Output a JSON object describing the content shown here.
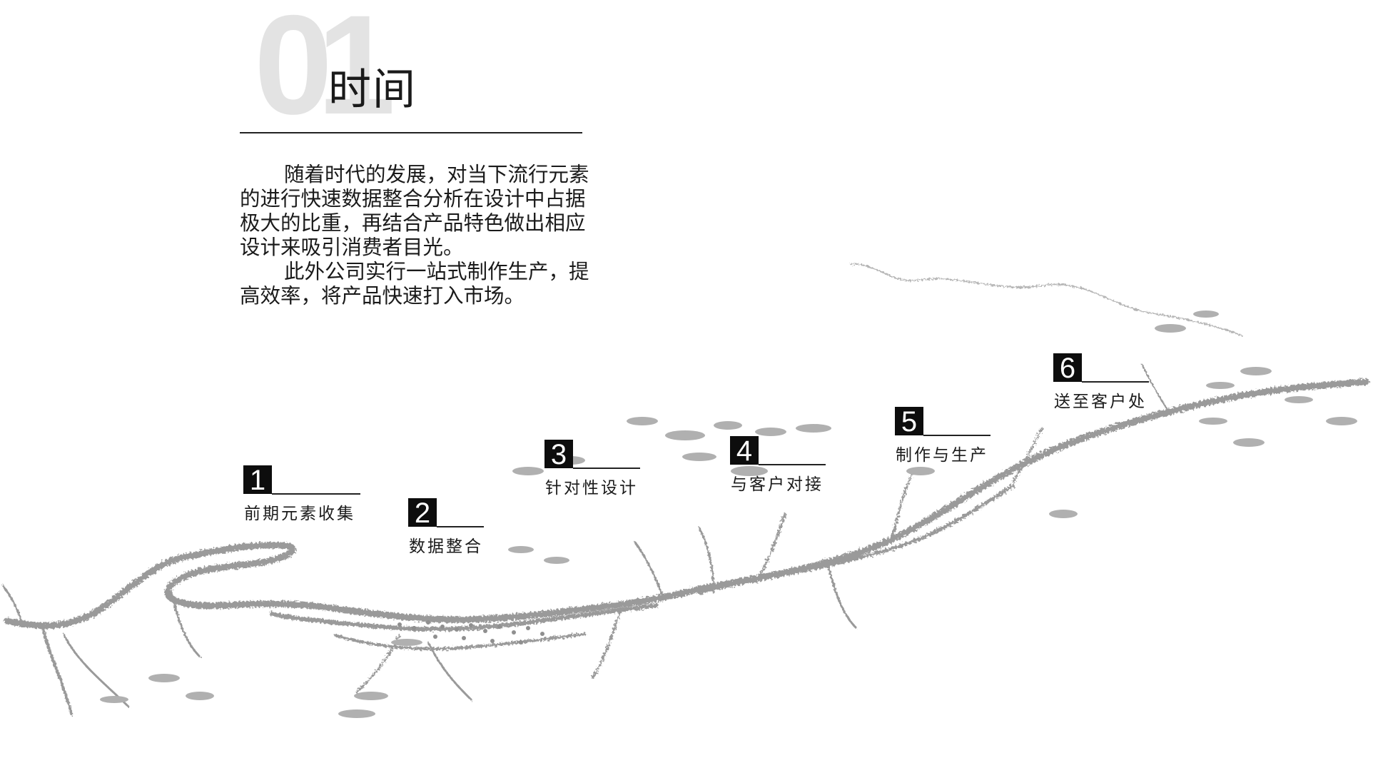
{
  "section": {
    "number": "01",
    "title": "时间"
  },
  "body": {
    "para1": "随着时代的发展，对当下流行元素的进行快速数据整合分析在设计中占据极大的比重，再结合产品特色做出相应设计来吸引消费者目光。",
    "para2": "此外公司实行一站式制作生产，提高效率，将产品快速打入市场。"
  },
  "steps": [
    {
      "num": "1",
      "label": "前期元素收集"
    },
    {
      "num": "2",
      "label": "数据整合"
    },
    {
      "num": "3",
      "label": "针对性设计"
    },
    {
      "num": "4",
      "label": "与客户对接"
    },
    {
      "num": "5",
      "label": "制作与生产"
    },
    {
      "num": "6",
      "label": "送至客户处"
    }
  ],
  "colors": {
    "accent": "#0d0d0d",
    "numeral_watermark": "#e3e3e3",
    "landscape": "#9a9a9a"
  }
}
